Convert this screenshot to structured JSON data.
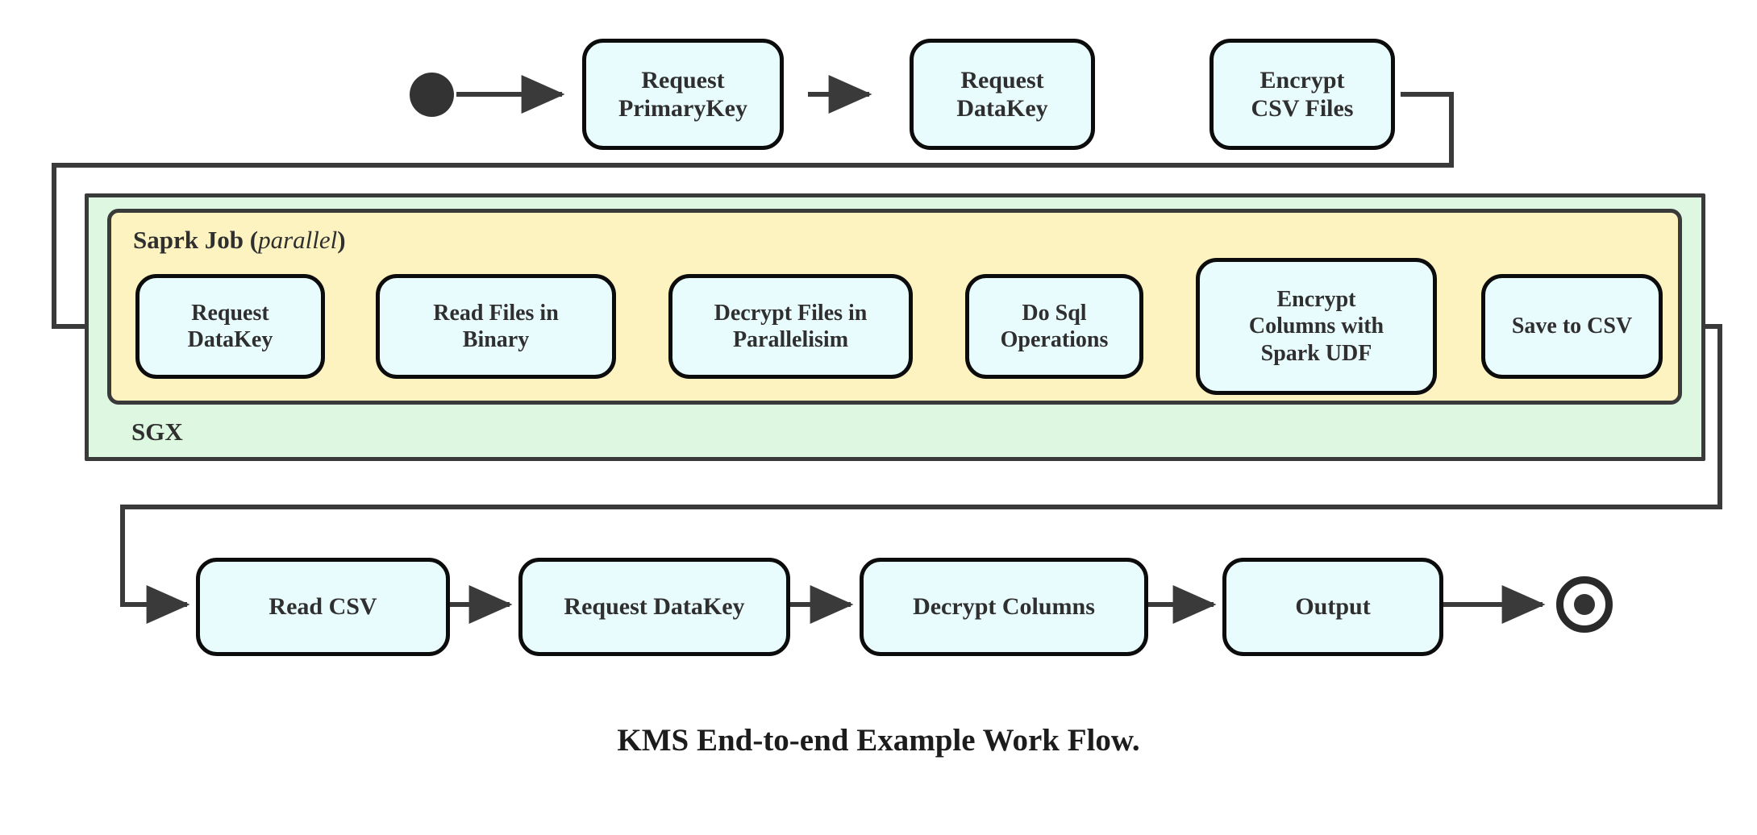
{
  "diagram": {
    "caption": "KMS End-to-end Example Work Flow.",
    "colors": {
      "node_fill": "#e8fbfd",
      "node_stroke": "#0c0c0c",
      "sgx_fill": "#ddf7e0",
      "spark_fill": "#fcf3c0",
      "group_stroke": "#3a3a3a",
      "arrow": "#3a3a3a",
      "text": "#2f2f2f"
    },
    "start_node": {
      "name": "start"
    },
    "end_node": {
      "name": "end"
    },
    "groups": [
      {
        "id": "sgx",
        "label": "SGX"
      },
      {
        "id": "spark",
        "label": "Saprk Job",
        "annotation": "parallel",
        "annotation_open": "(",
        "annotation_close": ")"
      }
    ],
    "rows": {
      "top": [
        {
          "id": "request-primarykey",
          "line1": "Request",
          "line2": "PrimaryKey",
          "label": "Request\nPrimaryKey"
        },
        {
          "id": "request-datakey-top",
          "line1": "Request",
          "line2": "DataKey",
          "label": "Request\nDataKey"
        },
        {
          "id": "encrypt-csv-files",
          "line1": "Encrypt",
          "line2": "CSV Files",
          "label": "Encrypt\nCSV Files"
        }
      ],
      "spark": [
        {
          "id": "request-datakey-spark",
          "label": "Request\nDataKey"
        },
        {
          "id": "read-files-in-binary",
          "label": "Read Files in\nBinary"
        },
        {
          "id": "decrypt-files-in-parallelisim",
          "label": "Decrypt Files in\nParallelisim"
        },
        {
          "id": "do-sql-operations",
          "label": "Do Sql\nOperations"
        },
        {
          "id": "encrypt-columns-with-spark-udf",
          "label": "Encrypt\nColumns with\nSpark UDF"
        },
        {
          "id": "save-to-csv",
          "label": "Save to CSV"
        }
      ],
      "bottom": [
        {
          "id": "read-csv",
          "label": "Read CSV"
        },
        {
          "id": "request-datakey-bottom",
          "label": "Request DataKey"
        },
        {
          "id": "decrypt-columns",
          "label": "Decrypt Columns"
        },
        {
          "id": "output",
          "label": "Output"
        }
      ]
    },
    "flow_sequence": [
      "start",
      "Request PrimaryKey",
      "Request DataKey",
      "Encrypt CSV Files",
      "Request DataKey",
      "Read Files in Binary",
      "Decrypt Files in Parallelisim",
      "Do Sql Operations",
      "Encrypt Columns with Spark UDF",
      "Save to CSV",
      "Read CSV",
      "Request DataKey",
      "Decrypt Columns",
      "Output",
      "end"
    ]
  }
}
